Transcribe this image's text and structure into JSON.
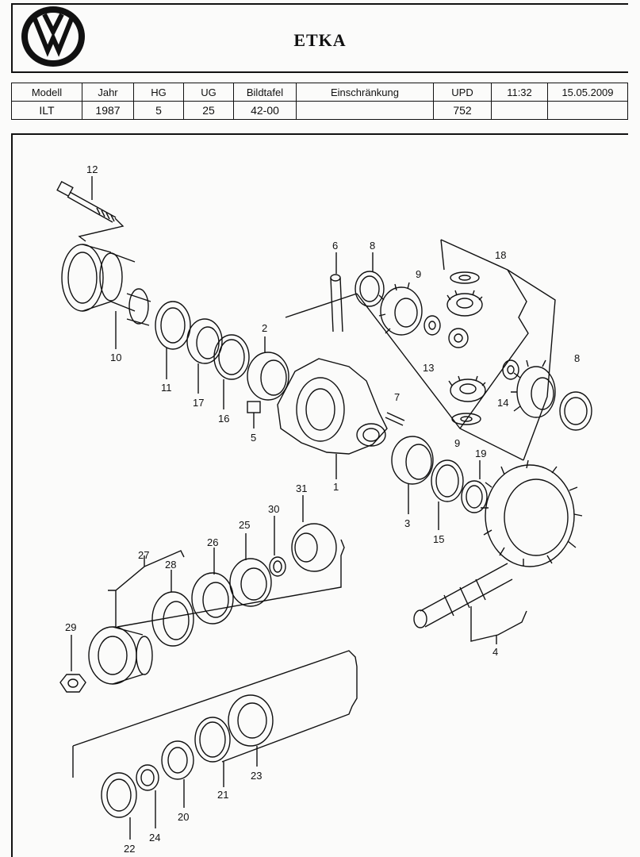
{
  "header": {
    "title": "ETKA",
    "logo": "vw-logo-icon"
  },
  "info": {
    "headers": [
      "Modell",
      "Jahr",
      "HG",
      "UG",
      "Bildtafel",
      "Einschränkung",
      "UPD",
      "11:32",
      "15.05.2009"
    ],
    "values": [
      "ILT",
      "1987",
      "5",
      "25",
      "42-00",
      "",
      "752",
      "",
      ""
    ]
  },
  "callouts": [
    {
      "id": "c12",
      "text": "12"
    },
    {
      "id": "c10",
      "text": "10"
    },
    {
      "id": "c11",
      "text": "11"
    },
    {
      "id": "c17",
      "text": "17"
    },
    {
      "id": "c16",
      "text": "16"
    },
    {
      "id": "c2",
      "text": "2"
    },
    {
      "id": "c5",
      "text": "5"
    },
    {
      "id": "c1",
      "text": "1"
    },
    {
      "id": "c6",
      "text": "6"
    },
    {
      "id": "c8a",
      "text": "8"
    },
    {
      "id": "c9a",
      "text": "9"
    },
    {
      "id": "c18",
      "text": "18"
    },
    {
      "id": "c13",
      "text": "13"
    },
    {
      "id": "c7",
      "text": "7"
    },
    {
      "id": "c14",
      "text": "14"
    },
    {
      "id": "c8b",
      "text": "8"
    },
    {
      "id": "c9b",
      "text": "9"
    },
    {
      "id": "c19",
      "text": "19"
    },
    {
      "id": "c3",
      "text": "3"
    },
    {
      "id": "c15",
      "text": "15"
    },
    {
      "id": "c4",
      "text": "4"
    },
    {
      "id": "c31",
      "text": "31"
    },
    {
      "id": "c30",
      "text": "30"
    },
    {
      "id": "c25",
      "text": "25"
    },
    {
      "id": "c26",
      "text": "26"
    },
    {
      "id": "c27",
      "text": "27"
    },
    {
      "id": "c28",
      "text": "28"
    },
    {
      "id": "c29",
      "text": "29"
    },
    {
      "id": "c23",
      "text": "23"
    },
    {
      "id": "c21",
      "text": "21"
    },
    {
      "id": "c20",
      "text": "20"
    },
    {
      "id": "c24",
      "text": "24"
    },
    {
      "id": "c22",
      "text": "22"
    }
  ]
}
